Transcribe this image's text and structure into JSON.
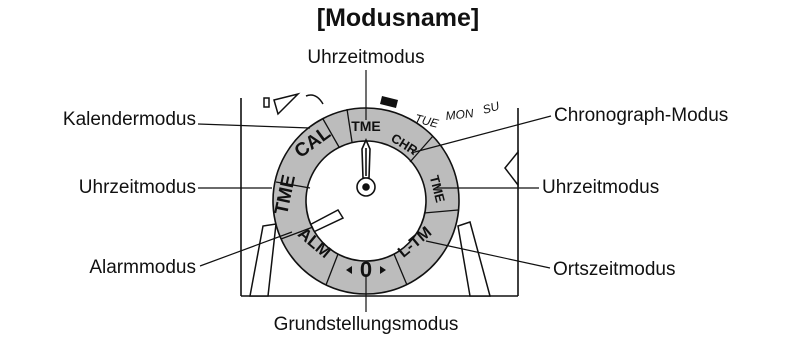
{
  "title": "[Modusname]",
  "labels": {
    "top": "Uhrzeitmodus",
    "left_top": "Kalendermodus",
    "left_mid": "Uhrzeitmodus",
    "left_bottom": "Alarmmodus",
    "right_top": "Chronograph-Modus",
    "right_mid": "Uhrzeitmodus",
    "right_bottom": "Ortszeitmodus",
    "bottom": "Grundstellungsmodus"
  },
  "dial": {
    "segments": {
      "tme_top": "TME",
      "chr": "CHR",
      "tme_right": "TME",
      "ltm": "L-TM",
      "zero": "0",
      "alm": "ALM",
      "tme_left": "TME",
      "cal": "CAL"
    },
    "day_labels": {
      "tue": "TUE",
      "mon": "MON",
      "su": "SU"
    }
  },
  "colors": {
    "ring_fill": "#bcbcbc",
    "line": "#111111",
    "background": "#ffffff"
  }
}
